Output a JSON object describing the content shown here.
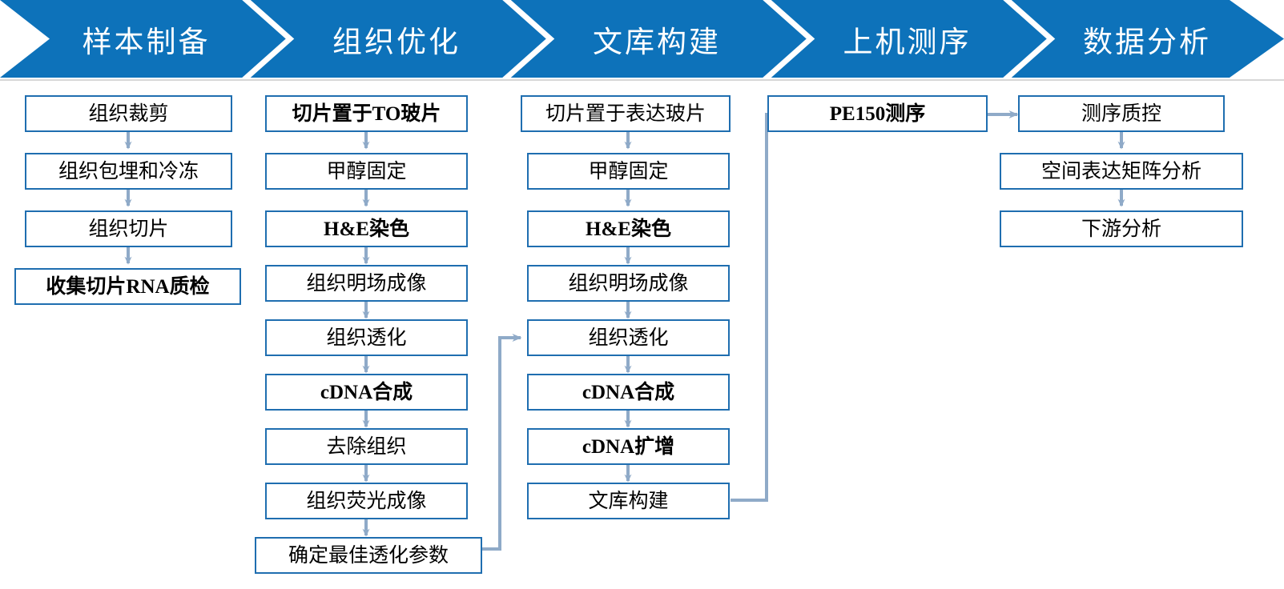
{
  "banner": {
    "stages": [
      {
        "label": "样本制备"
      },
      {
        "label": "组织优化"
      },
      {
        "label": "文库构建"
      },
      {
        "label": "上机测序"
      },
      {
        "label": "数据分析"
      }
    ],
    "color": "#0d72ba"
  },
  "colors": {
    "banner_blue": "#0d72ba",
    "box_border": "#1f6eb0",
    "arrow_gray_blue": "#8faac8",
    "connector_blue": "#5b8cba",
    "text": "#000000",
    "banner_text": "#ffffff"
  },
  "columns": [
    {
      "name": "sample-preparation",
      "nodes": [
        {
          "label": "组织裁剪",
          "bold": false
        },
        {
          "label": "组织包埋和冷冻",
          "bold": false
        },
        {
          "label": "组织切片",
          "bold": false
        },
        {
          "label": "收集切片RNA质检",
          "bold": true
        }
      ]
    },
    {
      "name": "tissue-optimization",
      "nodes": [
        {
          "label": "切片置于TO玻片",
          "bold": true
        },
        {
          "label": "甲醇固定",
          "bold": false
        },
        {
          "label": "H&E染色",
          "bold": true
        },
        {
          "label": "组织明场成像",
          "bold": false
        },
        {
          "label": "组织透化",
          "bold": false
        },
        {
          "label": "cDNA合成",
          "bold": true
        },
        {
          "label": "去除组织",
          "bold": false
        },
        {
          "label": "组织荧光成像",
          "bold": false
        },
        {
          "label": "确定最佳透化参数",
          "bold": false
        }
      ]
    },
    {
      "name": "library-construction",
      "nodes": [
        {
          "label": "切片置于表达玻片",
          "bold": false
        },
        {
          "label": "甲醇固定",
          "bold": false
        },
        {
          "label": "H&E染色",
          "bold": true
        },
        {
          "label": "组织明场成像",
          "bold": false
        },
        {
          "label": "组织透化",
          "bold": false
        },
        {
          "label": "cDNA合成",
          "bold": true
        },
        {
          "label": "cDNA扩增",
          "bold": true
        },
        {
          "label": "文库构建",
          "bold": false
        }
      ]
    },
    {
      "name": "sequencing",
      "nodes": [
        {
          "label": "PE150测序",
          "bold": true
        }
      ]
    },
    {
      "name": "data-analysis",
      "nodes": [
        {
          "label": "测序质控",
          "bold": false
        },
        {
          "label": "空间表达矩阵分析",
          "bold": false
        },
        {
          "label": "下游分析",
          "bold": false
        }
      ]
    }
  ],
  "connections": [
    {
      "from": "确定最佳透化参数",
      "to": "组织透化 (文库构建)",
      "type": "feedback"
    },
    {
      "from": "文库构建",
      "to": "PE150测序",
      "type": "forward"
    },
    {
      "from": "PE150测序",
      "to": "测序质控",
      "type": "forward"
    }
  ]
}
